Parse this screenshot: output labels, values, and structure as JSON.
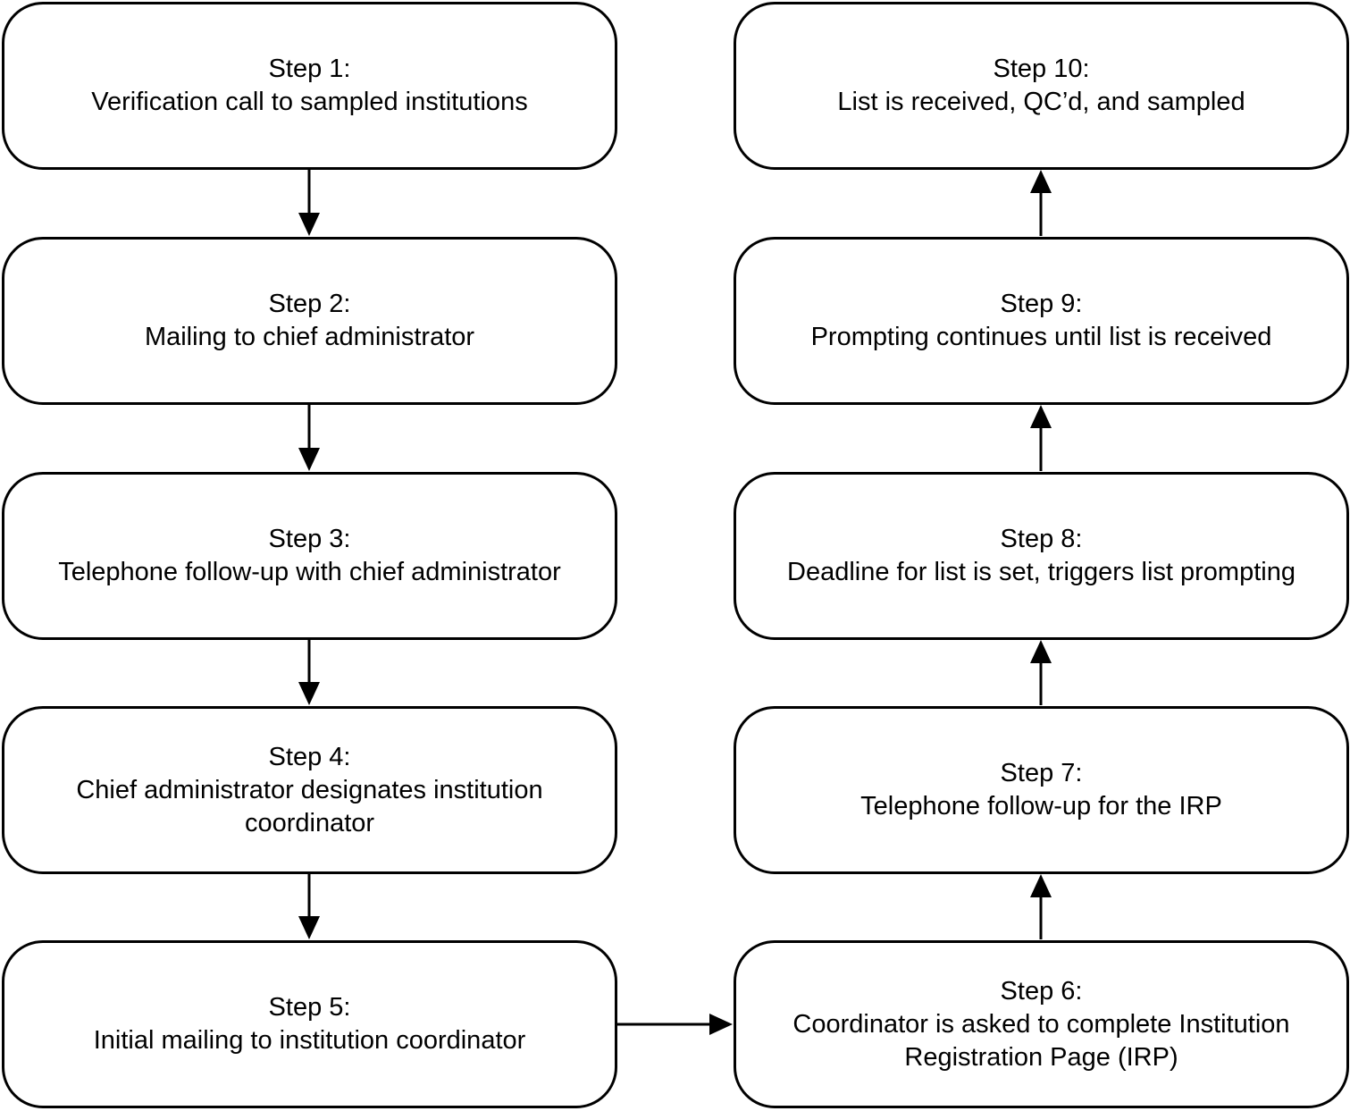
{
  "steps": [
    {
      "title": "Step 1:",
      "desc": "Verification call to sampled institutions"
    },
    {
      "title": "Step 2:",
      "desc": "Mailing to chief administrator"
    },
    {
      "title": "Step 3:",
      "desc": "Telephone follow-up with chief administrator"
    },
    {
      "title": "Step 4:",
      "desc": "Chief administrator designates institution coordinator"
    },
    {
      "title": "Step 5:",
      "desc": "Initial mailing to institution coordinator"
    },
    {
      "title": "Step 6:",
      "desc": "Coordinator is asked to complete Institution Registration Page (IRP)"
    },
    {
      "title": "Step 7:",
      "desc": "Telephone follow-up for the IRP"
    },
    {
      "title": "Step 8:",
      "desc": "Deadline for list is set, triggers list prompting"
    },
    {
      "title": "Step 9:",
      "desc": "Prompting continues until list is received"
    },
    {
      "title": "Step 10:",
      "desc": "List is received, QC’d, and sampled"
    }
  ],
  "colors": {
    "stroke": "#000000",
    "background": "#ffffff"
  }
}
